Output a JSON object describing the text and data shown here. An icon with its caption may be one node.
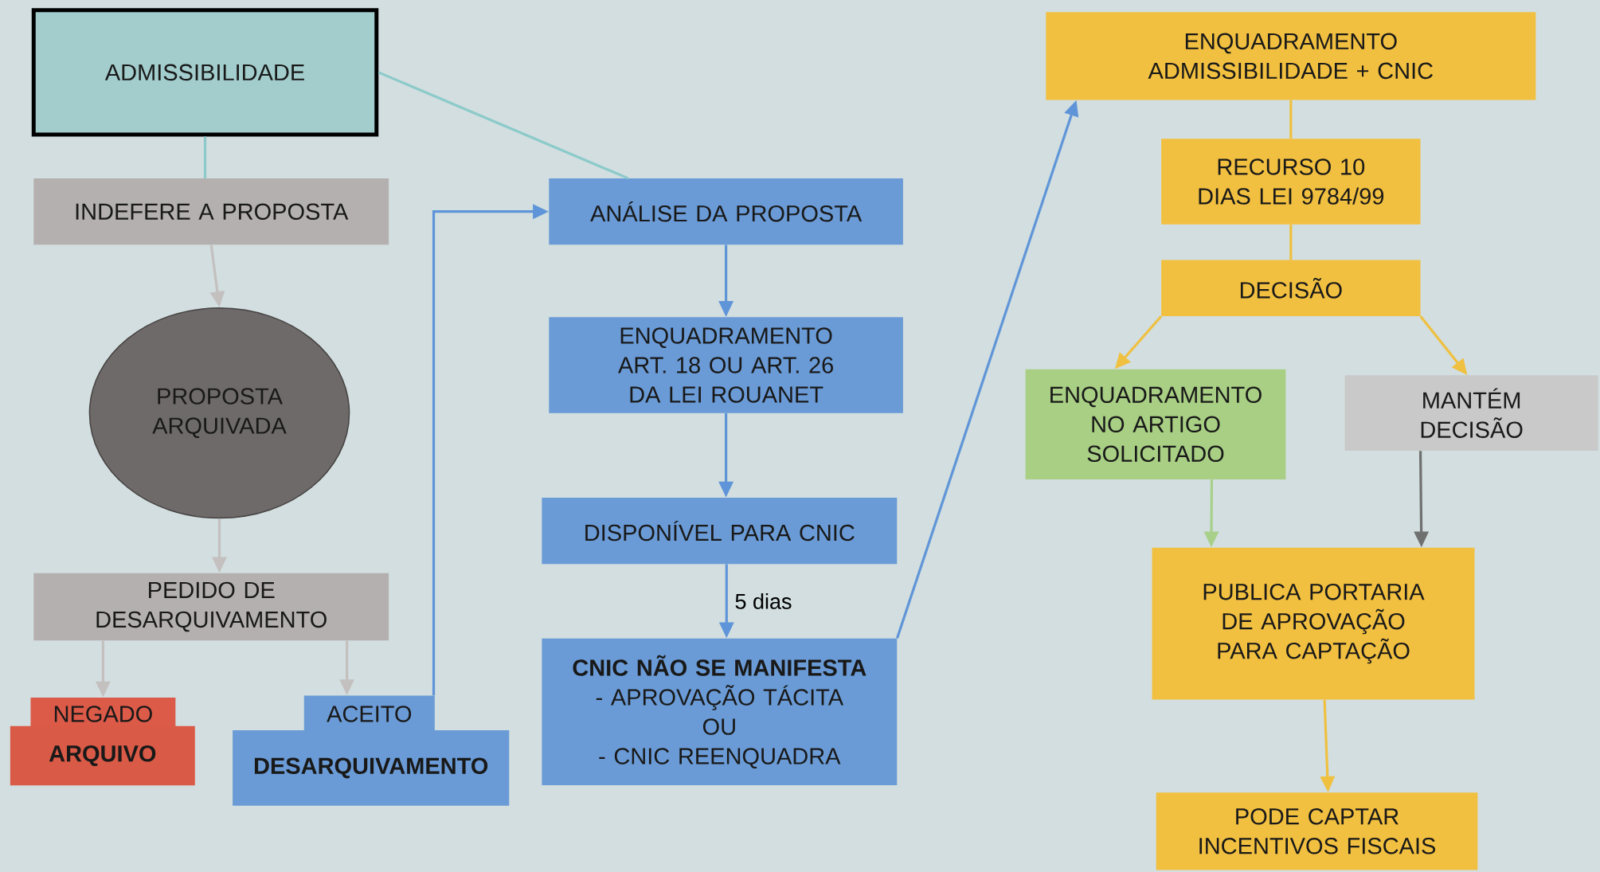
{
  "diagram": {
    "nodes": [
      {
        "text": [
          "ADMISSIBILIDADE"
        ]
      },
      {
        "text": [
          "INDEFERE A PROPOSTA"
        ]
      },
      {
        "text": [
          "PROPOSTA ARQUIVADA"
        ]
      },
      {
        "text": [
          "PEDIDO DE DESARQUIVAMENTO"
        ]
      },
      {
        "text": [
          "NEGADO"
        ]
      },
      {
        "text": [
          "ARQUIVO"
        ]
      },
      {
        "text": [
          "ACEITO"
        ]
      },
      {
        "text": [
          "DESARQUIVAMENTO"
        ]
      },
      {
        "text": [
          "ANÁLISE DA PROPOSTA"
        ]
      },
      {
        "text": [
          "ENQUADRAMENTO ART. 18 OU ART. 26 DA LEI ROUANET"
        ]
      },
      {
        "text": [
          "DISPONÍVEL PARA CNIC"
        ]
      },
      {
        "text": [
          "CNIC NÃO SE MANIFESTA",
          "- APROVAÇÃO TÁCITA",
          "OU",
          "- CNIC REENQUADRA"
        ]
      },
      {
        "text": [
          "ENQUADRAMENTO ADMISSIBILIDADE + CNIC"
        ]
      },
      {
        "text": [
          "RECURSO 10 DIAS LEI 9784/99"
        ]
      },
      {
        "text": [
          "DECISÃO"
        ]
      },
      {
        "text": [
          "ENQUADRAMENTO NO ARTIGO SOLICITADO"
        ]
      },
      {
        "text": [
          "MANTÉM DECISÃO"
        ]
      },
      {
        "text": [
          "PUBLICA PORTARIA DE APROVAÇÃO PARA CAPTAÇÃO"
        ]
      },
      {
        "text": [
          "PODE CAPTAR INCENTIVOS FISCAIS"
        ]
      }
    ],
    "edges": [
      {
        "from": 0,
        "to": 1,
        "arrow": "none",
        "color": "#8ccaca"
      },
      {
        "from": 0,
        "to": 8,
        "arrow": "none",
        "color": "#8ccaca"
      },
      {
        "from": 1,
        "to": 2,
        "arrow": "to",
        "color": "#c4c0c0"
      },
      {
        "from": 2,
        "to": 3,
        "arrow": "to",
        "color": "#c4c0c0"
      },
      {
        "from": 3,
        "to": 4,
        "arrow": "to",
        "color": "#c4c0c0"
      },
      {
        "from": 3,
        "to": 6,
        "arrow": "to",
        "color": "#c4c0c0"
      },
      {
        "from": 6,
        "to": 8,
        "arrow": "to",
        "color": "#5f95d8"
      },
      {
        "from": 8,
        "to": 9,
        "arrow": "to",
        "color": "#5f95d8"
      },
      {
        "from": 9,
        "to": 10,
        "arrow": "to",
        "color": "#5f95d8"
      },
      {
        "from": 10,
        "to": 11,
        "arrow": "to",
        "label": "5 dias",
        "color": "#5f95d8"
      },
      {
        "from": 11,
        "to": 12,
        "arrow": "to",
        "color": "#5f95d8"
      },
      {
        "from": 12,
        "to": 13,
        "arrow": "none",
        "color": "#f0c040"
      },
      {
        "from": 13,
        "to": 14,
        "arrow": "none",
        "color": "#f0c040"
      },
      {
        "from": 14,
        "to": 15,
        "arrow": "to",
        "color": "#f0c040"
      },
      {
        "from": 14,
        "to": 16,
        "arrow": "to",
        "color": "#f0c040"
      },
      {
        "from": 15,
        "to": 17,
        "arrow": "to",
        "color": "#a8d08a"
      },
      {
        "from": 16,
        "to": 17,
        "arrow": "to",
        "color": "#707070"
      },
      {
        "from": 17,
        "to": 18,
        "arrow": "to",
        "color": "#f0c040"
      }
    ]
  }
}
